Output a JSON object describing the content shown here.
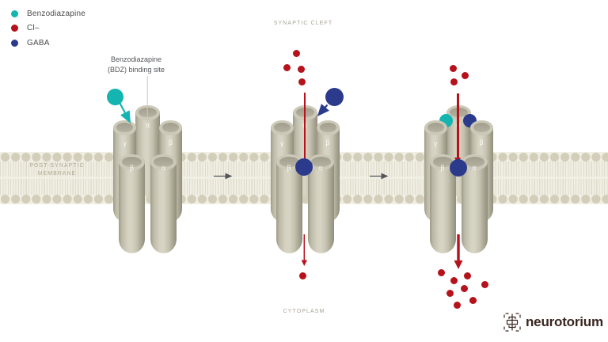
{
  "legend": {
    "items": [
      {
        "label": "Benzodiazapine",
        "icon": "benzodiazepine-dot"
      },
      {
        "label": "Cl–",
        "icon": "chloride-dot"
      },
      {
        "label": "GABA",
        "icon": "gaba-dot"
      }
    ]
  },
  "labels": {
    "synaptic_cleft": "SYNAPTIC CLEFT",
    "cytoplasm": "CYTOPLASM",
    "post_synaptic_membrane": [
      "POST-SYNAPTIC",
      "MEMBRANE"
    ],
    "bdz_annotation": [
      "Benzodiazapine",
      "(BDZ) binding site"
    ]
  },
  "receptors": [
    {
      "stage": "closed",
      "subunits": {
        "top": "α",
        "back_left": "γ",
        "back_right": "β",
        "front_left": "β",
        "front_right": "α"
      }
    },
    {
      "stage": "gaba-binding",
      "subunits": {
        "top": "α",
        "back_left": "γ",
        "back_right": "β",
        "front_left": "β",
        "front_right": "α"
      }
    },
    {
      "stage": "gaba-plus-bdz",
      "subunits": {
        "top": "α",
        "back_left": "γ",
        "back_right": "β",
        "front_left": "β",
        "front_right": "α"
      }
    }
  ],
  "logo": {
    "text": "neurotorium"
  },
  "colors": {
    "benzodiazepine": "#14b5b1",
    "chloride": "#b5121b",
    "gaba": "#2c3a8c",
    "membrane_head": "#d2ceba",
    "receptor_body": "#cdcaba",
    "arrow_gray": "#55565a"
  },
  "particles": {
    "cl_above_stage2": [
      [
        374,
        67
      ],
      [
        362,
        85
      ],
      [
        380,
        87
      ],
      [
        381,
        103
      ]
    ],
    "cl_below_stage2": [
      [
        382,
        348
      ]
    ],
    "cl_above_stage3": [
      [
        572,
        86
      ],
      [
        587,
        95
      ],
      [
        573,
        103
      ]
    ],
    "cl_below_stage3": [
      [
        557,
        344
      ],
      [
        573,
        354
      ],
      [
        590,
        348
      ],
      [
        612,
        359
      ],
      [
        586,
        364
      ],
      [
        568,
        370
      ],
      [
        597,
        379
      ],
      [
        577,
        385
      ]
    ]
  }
}
